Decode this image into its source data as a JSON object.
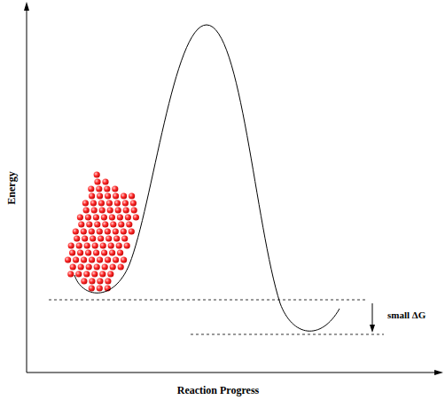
{
  "diagram": {
    "labels": [
      "Energy",
      "Reaction Progress",
      "small ΔG"
    ]
  }
}
